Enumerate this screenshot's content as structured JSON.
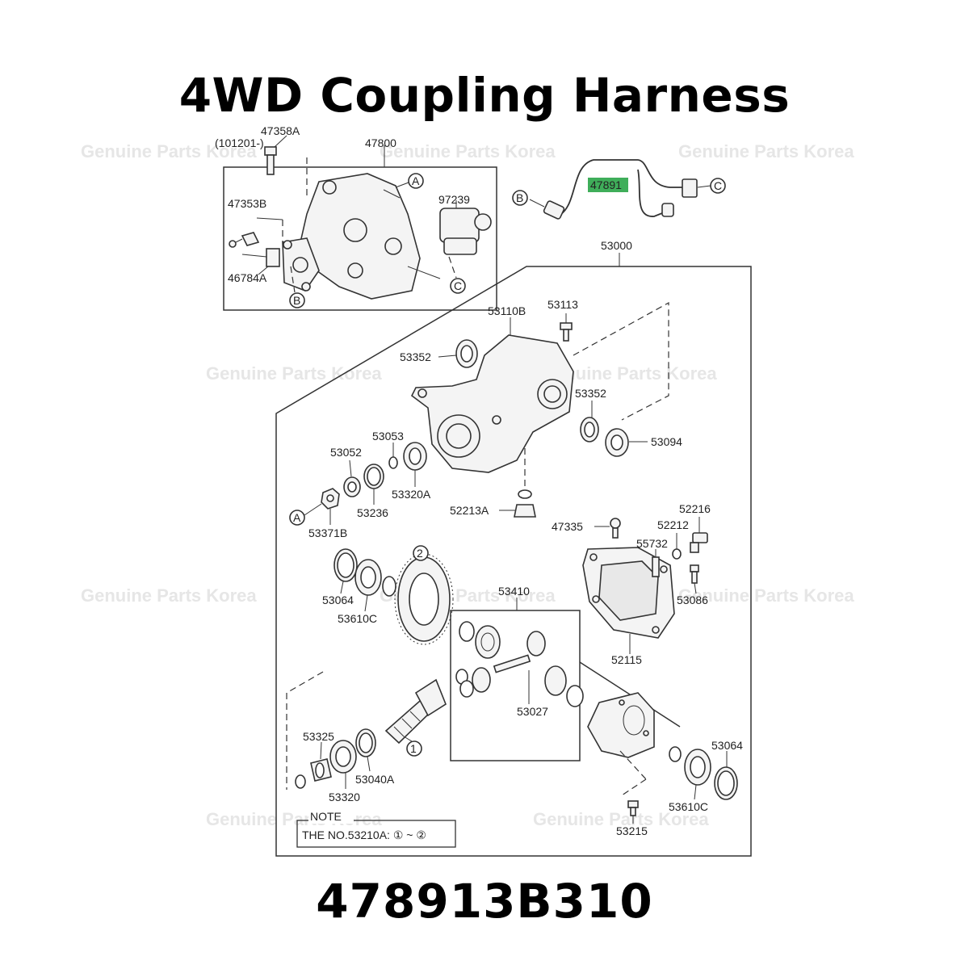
{
  "title": "4WD Coupling Harness",
  "part_number": "478913B310",
  "watermark": "Genuine Parts Korea",
  "highlight_color": "#3fae5a",
  "labels": {
    "p47358A": "47358A",
    "p101201": "(101201-)",
    "p47800": "47800",
    "p47353B": "47353B",
    "p46784A": "46784A",
    "p97239": "97239",
    "p47891": "47891",
    "p53000": "53000",
    "p53110B": "53110B",
    "p53113": "53113",
    "p53352a": "53352",
    "p53352b": "53352",
    "p53094": "53094",
    "p53053": "53053",
    "p53052": "53052",
    "p53320A": "53320A",
    "p53236": "53236",
    "p52213A": "52213A",
    "p53371B": "53371B",
    "p47335": "47335",
    "p52216": "52216",
    "p52212": "52212",
    "p55732": "55732",
    "p53086": "53086",
    "p53064a": "53064",
    "p53610Ca": "53610C",
    "p53410": "53410",
    "p52115": "52115",
    "p53027": "53027",
    "p53325": "53325",
    "p53040A": "53040A",
    "p53320": "53320",
    "p53064b": "53064",
    "p53610Cb": "53610C",
    "p53215": "53215",
    "note_title": "NOTE",
    "note_text": "THE NO.53210A: ① ~ ②",
    "call1": "1",
    "call2": "2",
    "refA1": "A",
    "refA2": "A",
    "refB1": "B",
    "refB2": "B",
    "refC1": "C",
    "refC2": "C"
  }
}
